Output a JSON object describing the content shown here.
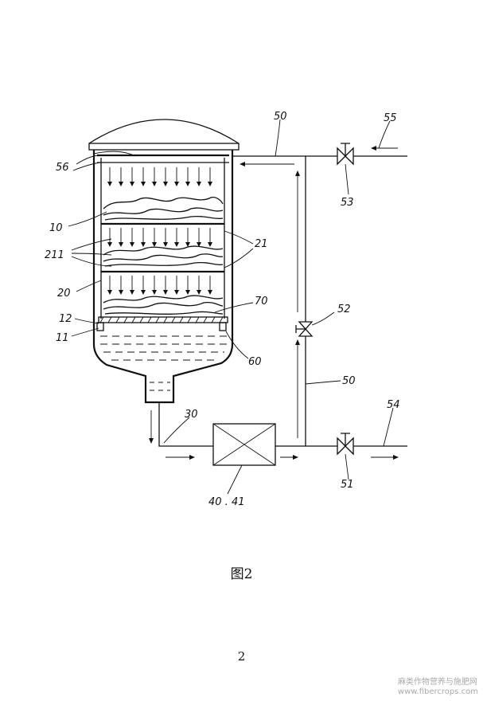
{
  "figure": {
    "caption": "图2",
    "page_number": "2"
  },
  "labels": {
    "l56": "56",
    "l10": "10",
    "l211": "211",
    "l20": "20",
    "l12": "12",
    "l11": "11",
    "l21": "21",
    "l70": "70",
    "l60": "60",
    "l50_top": "50",
    "l55": "55",
    "l53": "53",
    "l52": "52",
    "l50_mid": "50",
    "l54": "54",
    "l51": "51",
    "l30": "30",
    "l40": "40 . 41"
  },
  "watermark": {
    "line1": "麻类作物营养与施肥网",
    "line2": "www.fibercrops.com"
  }
}
